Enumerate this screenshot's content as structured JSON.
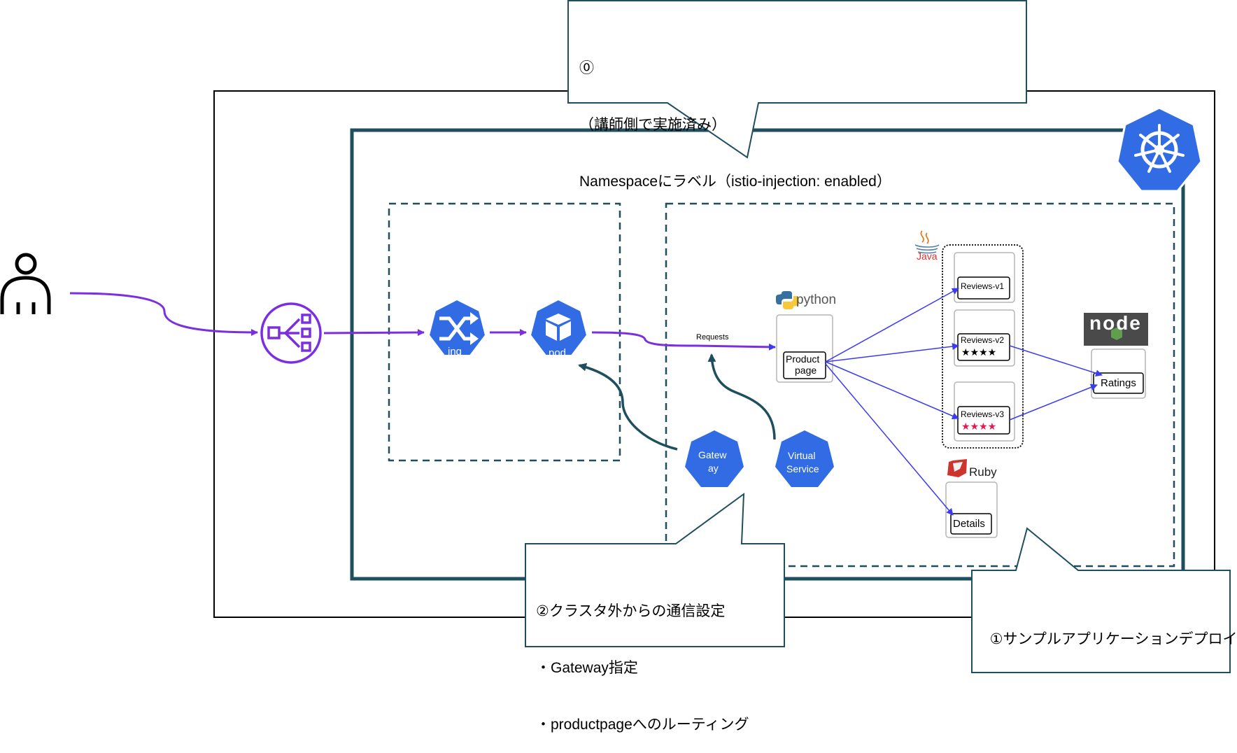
{
  "callout0": {
    "line1": "⓪",
    "line2": "（講師側で実施済み）",
    "line3": "Namespaceにラベル（istio-injection: enabled）"
  },
  "callout1": {
    "text": "①サンプルアプリケーションデプロイ"
  },
  "callout2": {
    "line1": "②クラスタ外からの通信設定",
    "line2": "・Gateway指定",
    "line3": "・productpageへのルーティング"
  },
  "nodes": {
    "ing_label": "ing",
    "pod_label": "pod",
    "gateway_line1": "Gatew",
    "gateway_line2": "ay",
    "virtual_service_line1": "Virtual",
    "virtual_service_line2": "Service",
    "requests_label": "Requests",
    "python_label": "python",
    "java_label": "Java",
    "ruby_label": "Ruby",
    "node_label": "node",
    "productpage_line1": "Product",
    "productpage_line2": "page",
    "reviews_v1": "Reviews-v1",
    "reviews_v2": "Reviews-v2",
    "reviews_v3": "Reviews-v3",
    "reviews_v2_stars": "★★★★",
    "reviews_v3_stars": "★★★★",
    "ratings": "Ratings",
    "details": "Details"
  },
  "colors": {
    "purple": "#7b2fe0",
    "teal": "#1f4e5f",
    "k8s_blue": "#326ce5",
    "arrow_blue": "#3b3bf0",
    "star_red": "#e8174f"
  },
  "icons": [
    "user-icon",
    "load-balancer-icon",
    "ingress-icon",
    "pod-icon",
    "gateway-icon",
    "virtual-service-icon",
    "kubernetes-logo-icon",
    "python-logo-icon",
    "java-logo-icon",
    "ruby-logo-icon",
    "nodejs-logo-icon"
  ]
}
